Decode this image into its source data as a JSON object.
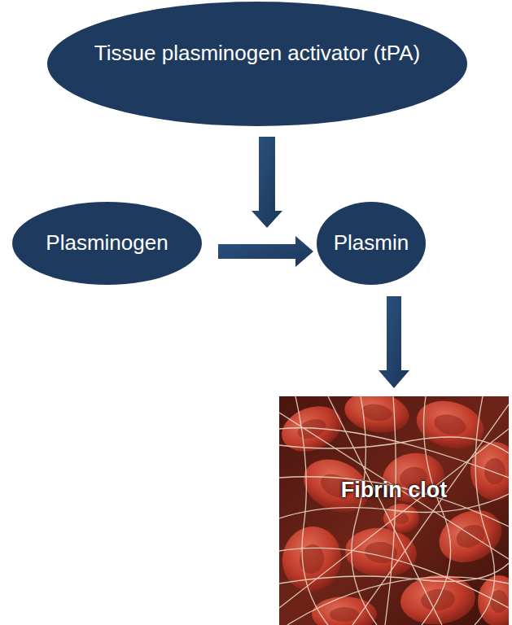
{
  "diagram": {
    "nodes": [
      {
        "text": [
          "Tissue plasminogen activator (tPA)"
        ]
      },
      {
        "text": [
          "Plasminogen"
        ]
      },
      {
        "text": [
          "Plasmin"
        ]
      },
      {
        "text": [
          "Fibrin clot"
        ]
      }
    ],
    "edges": [
      {
        "from": 1,
        "to": 2,
        "arrow": "to"
      },
      {
        "from": 2,
        "to": 3,
        "arrow": "to"
      }
    ]
  }
}
